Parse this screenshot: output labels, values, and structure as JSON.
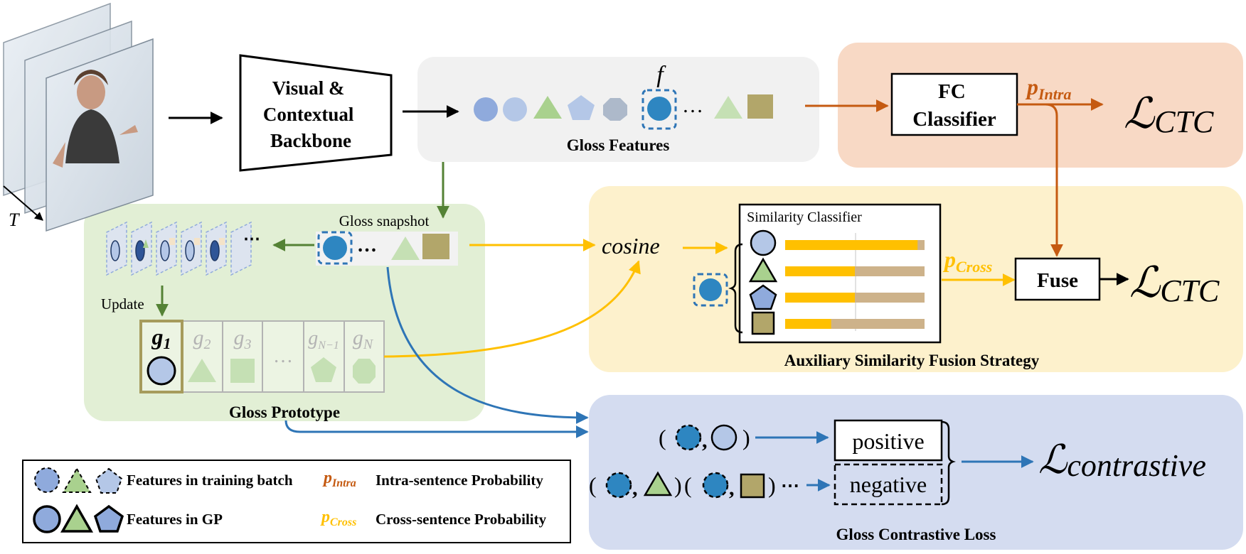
{
  "input": {
    "time_axis": "T"
  },
  "backbone": {
    "lines": [
      "Visual &",
      "Contextual",
      "Backbone"
    ]
  },
  "gloss_features": {
    "title": "Gloss Features",
    "f_label": "f",
    "ellipsis": "…"
  },
  "fc_block": {
    "lines": [
      "FC",
      "Classifier"
    ],
    "p_main": "p",
    "p_sub": "Intra",
    "loss_main": "ℒ",
    "loss_sub": "CTC"
  },
  "gloss_snapshot": {
    "label": "Gloss snapshot",
    "ellipsis": "…",
    "update_label": "Update",
    "queue_ellipsis": "⋯"
  },
  "gloss_prototype": {
    "title": "Gloss Prototype",
    "cells": [
      {
        "main": "g",
        "sub": "1"
      },
      {
        "main": "g",
        "sub": "2"
      },
      {
        "main": "g",
        "sub": "3"
      },
      {
        "main": "…",
        "sub": ""
      },
      {
        "main": "g",
        "sub": "N−1"
      },
      {
        "main": "g",
        "sub": "N"
      }
    ]
  },
  "fusion": {
    "title": "Auxiliary Similarity Fusion Strategy",
    "cosine_label": "cosine",
    "classifier_title": "Similarity Classifier",
    "similarity_bars": [
      0.95,
      0.5,
      0.5,
      0.33
    ],
    "p_main": "p",
    "p_sub": "Cross",
    "fuse_label": "Fuse",
    "loss_main": "ℒ",
    "loss_sub": "CTC"
  },
  "contrastive": {
    "title": "Gloss Contrastive Loss",
    "positive_label": "positive",
    "negative_label": "negative",
    "ellipsis": "⋯",
    "loss_main": "ℒ",
    "loss_sub": "contrastive"
  },
  "legend": {
    "batch_label": "Features in training batch",
    "gp_label": "Features in GP",
    "intra": {
      "p_main": "p",
      "p_sub": "Intra",
      "text": "Intra-sentence Probability"
    },
    "cross": {
      "p_main": "p",
      "p_sub": "Cross",
      "text": "Cross-sentence Probability"
    }
  },
  "colors": {
    "green_panel": "#e2efd5",
    "gray_panel": "#f1f1f1",
    "orange_panel": "#f8d9c5",
    "yellow_panel": "#fdf1cc",
    "blue_panel": "#d4dcf0",
    "orange_arrow": "#c55a11",
    "yellow_arrow": "#ffc000",
    "blue_arrow": "#2e75b6",
    "green_arrow": "#548235",
    "feature_blue": "#2e86c1",
    "bar_track": "#cdb28a"
  }
}
